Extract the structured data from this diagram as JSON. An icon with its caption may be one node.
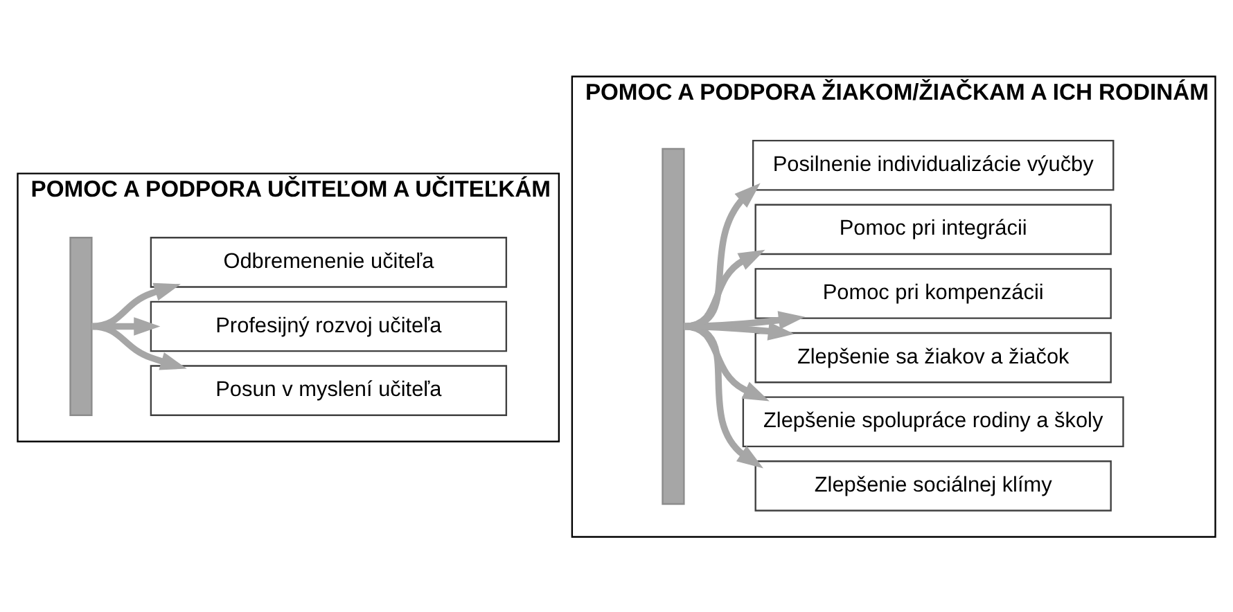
{
  "diagram": {
    "nodes": [
      {
        "text": [
          "POMOC A PODPORA UČITEĽOM A UČITEĽKÁM"
        ]
      },
      {
        "text": [],
        "shape": "bar",
        "in": 0
      },
      {
        "text": [
          "Odbremenenie učiteľa"
        ],
        "in": 0
      },
      {
        "text": [
          "Profesijný rozvoj učiteľa"
        ],
        "in": 0
      },
      {
        "text": [
          "Posun v myslení učiteľa"
        ],
        "in": 0
      },
      {
        "text": [
          "POMOC A PODPORA ŽIAKOM/ŽIAČKAM A ICH RODINÁM"
        ]
      },
      {
        "text": [],
        "shape": "bar",
        "in": 5
      },
      {
        "text": [
          "Posilnenie individualizácie výučby"
        ],
        "in": 5
      },
      {
        "text": [
          "Pomoc pri integrácii"
        ],
        "in": 5
      },
      {
        "text": [
          "Pomoc pri kompenzácii"
        ],
        "in": 5
      },
      {
        "text": [
          "Zlepšenie sa žiakov a žiačok"
        ],
        "in": 5
      },
      {
        "text": [
          "Zlepšenie spolupráce rodiny a školy"
        ],
        "in": 5
      },
      {
        "text": [
          "Zlepšenie sociálnej klímy"
        ],
        "in": 5
      }
    ],
    "edges": [
      {
        "from": 1,
        "to": 2,
        "arrow": "to"
      },
      {
        "from": 1,
        "to": 3,
        "arrow": "to"
      },
      {
        "from": 1,
        "to": 4,
        "arrow": "to"
      },
      {
        "from": 6,
        "to": 7,
        "arrow": "to"
      },
      {
        "from": 6,
        "to": 8,
        "arrow": "to"
      },
      {
        "from": 6,
        "to": 9,
        "arrow": "to"
      },
      {
        "from": 6,
        "to": 10,
        "arrow": "to"
      },
      {
        "from": 6,
        "to": 11,
        "arrow": "to"
      },
      {
        "from": 6,
        "to": 12,
        "arrow": "to"
      }
    ]
  }
}
